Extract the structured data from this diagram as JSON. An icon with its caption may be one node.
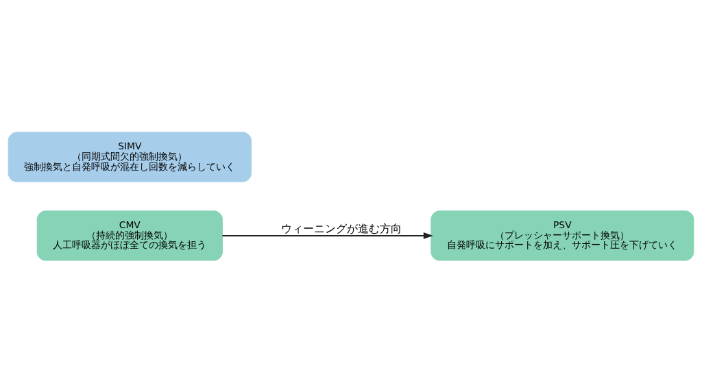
{
  "diagram": {
    "nodes": [
      {
        "text": [
          "CMV",
          "（持続的強制換気）",
          "人工呼吸器がほぼ全ての換気を担う"
        ]
      },
      {
        "text": [
          "SIMV",
          "（同期式間欠的強制換気）",
          "強制換気と自発呼吸が混在し回数を減らしていく"
        ]
      },
      {
        "text": [
          "PSV",
          "（プレッシャーサポート換気）",
          "自発呼吸にサポートを加え、サポート圧を下げていく"
        ]
      }
    ],
    "edges": [
      {
        "from": 0,
        "to": 2,
        "arrow": "to",
        "label": "ウィーニングが進む方向"
      }
    ]
  }
}
